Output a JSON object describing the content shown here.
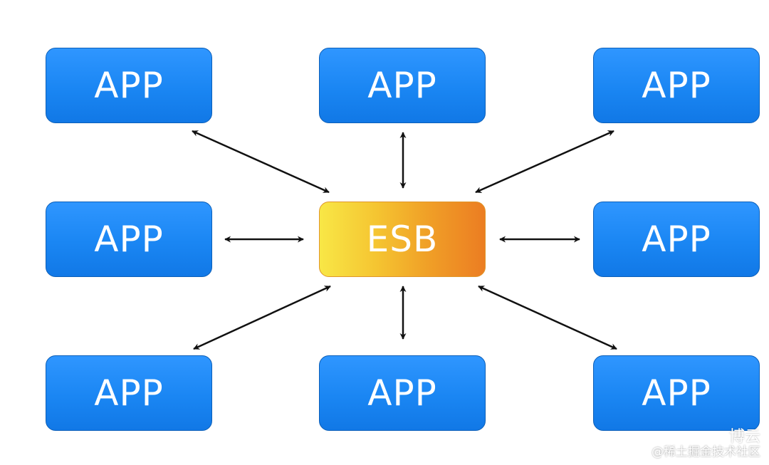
{
  "diagram": {
    "hub": {
      "label": "ESB"
    },
    "apps": [
      {
        "label": "APP"
      },
      {
        "label": "APP"
      },
      {
        "label": "APP"
      },
      {
        "label": "APP"
      },
      {
        "label": "APP"
      },
      {
        "label": "APP"
      },
      {
        "label": "APP"
      },
      {
        "label": "APP"
      }
    ],
    "connections": [
      "bidirectional",
      "bidirectional",
      "bidirectional",
      "bidirectional",
      "bidirectional",
      "bidirectional",
      "bidirectional",
      "bidirectional"
    ]
  },
  "colors": {
    "app_fill": "#1a86f3",
    "app_border": "#0c5fb8",
    "hub_gradient_start": "#f8e746",
    "hub_gradient_end": "#ec7d22",
    "arrow": "#111111"
  },
  "watermark": {
    "icon": "wechat-icon",
    "name": "博云",
    "source": "@稀土掘金技术社区"
  }
}
